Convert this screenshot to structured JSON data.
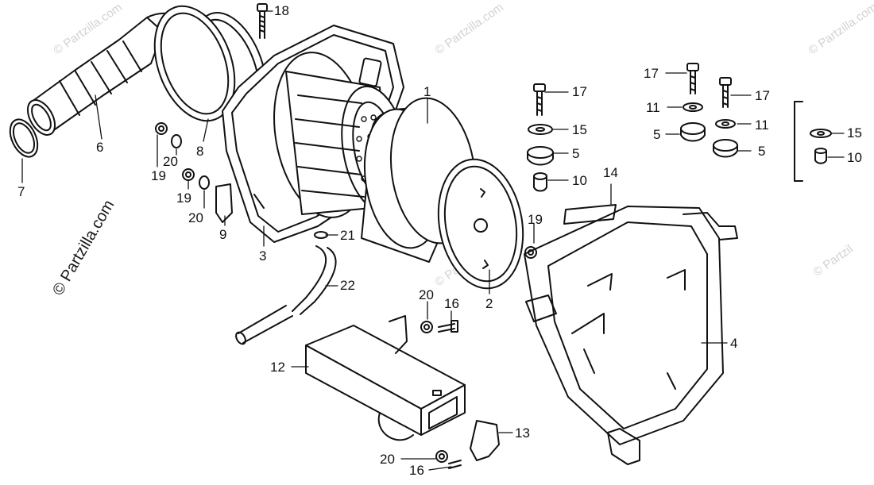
{
  "watermarks": {
    "site": "© Partzilla.com",
    "short": "© Partzil"
  },
  "callouts": {
    "c1": "1",
    "c2": "2",
    "c3": "3",
    "c4": "4",
    "c5a": "5",
    "c5b": "5",
    "c5c": "5",
    "c6": "6",
    "c7": "7",
    "c8": "8",
    "c9": "9",
    "c10a": "10",
    "c10b": "10",
    "c11a": "11",
    "c11b": "11",
    "c12": "12",
    "c13": "13",
    "c14": "14",
    "c15a": "15",
    "c15b": "15",
    "c16a": "16",
    "c16b": "16",
    "c17a": "17",
    "c17b": "17",
    "c17c": "17",
    "c18": "18",
    "c19a": "19",
    "c19b": "19",
    "c19c": "19",
    "c20a": "20",
    "c20b": "20",
    "c20c": "20",
    "c20d": "20",
    "c21": "21",
    "c22": "22"
  }
}
